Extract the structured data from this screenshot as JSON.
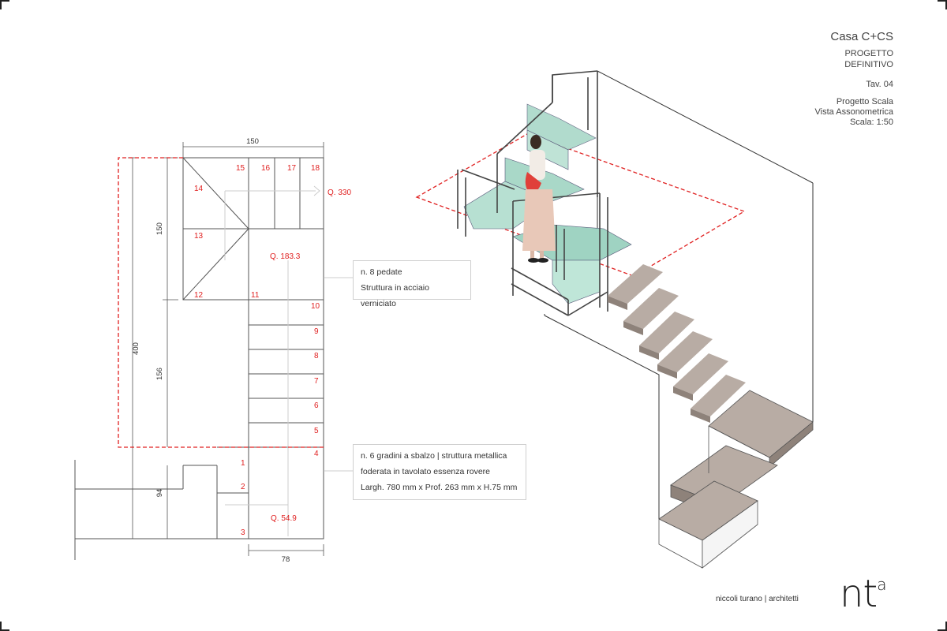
{
  "title_block": {
    "project": "Casa C+CS",
    "phase_line1": "PROGETTO",
    "phase_line2": "DEFINITIVO",
    "sheet": "Tav. 04",
    "subject_line1": "Progetto Scala",
    "subject_line2": "Vista Assonometrica",
    "scale": "Scala: 1:50"
  },
  "plan": {
    "dim_top": "150",
    "dim_upper_vertical": "150",
    "dim_total": "400",
    "dim_middle": "156",
    "dim_lower": "94",
    "dim_bottom": "78",
    "step_numbers": [
      "1",
      "2",
      "3",
      "4",
      "5",
      "6",
      "7",
      "8",
      "9",
      "10",
      "11",
      "12",
      "13",
      "14",
      "15",
      "16",
      "17",
      "18"
    ],
    "levels": {
      "top": "Q. 330",
      "landing": "Q. 183.3",
      "base": "Q. 54.9"
    }
  },
  "notes": {
    "upper_line1": "n. 8 pedate",
    "upper_line2": "Struttura in acciaio verniciato",
    "lower_line1": "n. 6 gradini a sbalzo | struttura metallica",
    "lower_line2": "foderata in tavolato essenza rovere",
    "lower_line3": "Largh. 780 mm x Prof. 263 mm x H.75 mm"
  },
  "brand": {
    "studio": "niccoli turano | architetti",
    "logo_main": "nt",
    "logo_sup": "a"
  },
  "colors": {
    "red": "#e02020",
    "glass": "#a9d8c8",
    "oak": "#b8aca4",
    "oak_dark": "#8e827a",
    "line": "#555555"
  }
}
